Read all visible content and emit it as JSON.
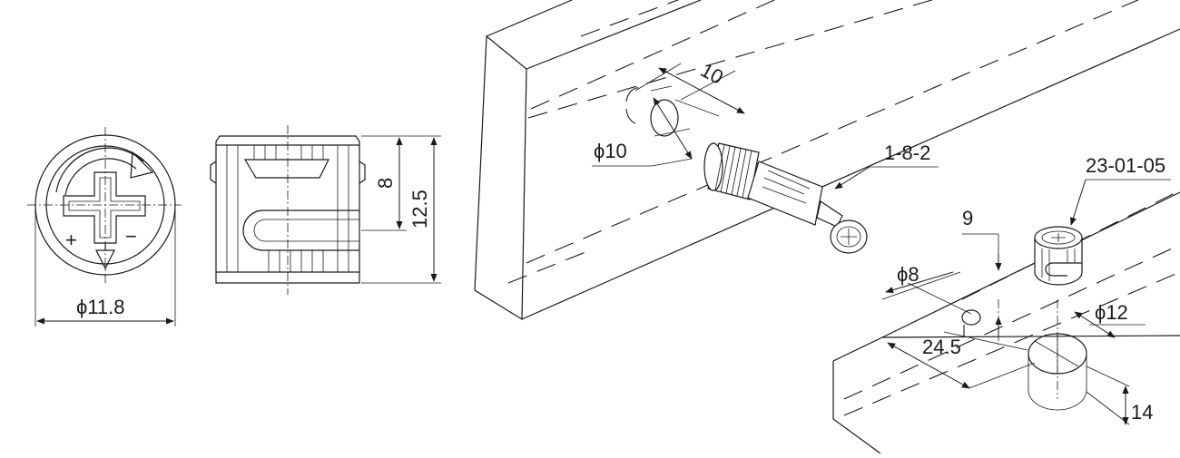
{
  "labels": {
    "cam_diameter": "ϕ11.8",
    "cam_inner_height": "8",
    "cam_height": "12.5",
    "bolt_hole_depth": "10",
    "bolt_hole_diameter": "ϕ10",
    "bolt_part_number": "1-8-2",
    "cam_part_number": "23-01-05",
    "edge_offset": "9",
    "bore_diameter_small": "ϕ8",
    "bore_distance": "24.5",
    "cam_bore_diameter": "ϕ12",
    "cam_bore_depth": "14",
    "plus_sign": "+",
    "minus_sign": "−"
  }
}
